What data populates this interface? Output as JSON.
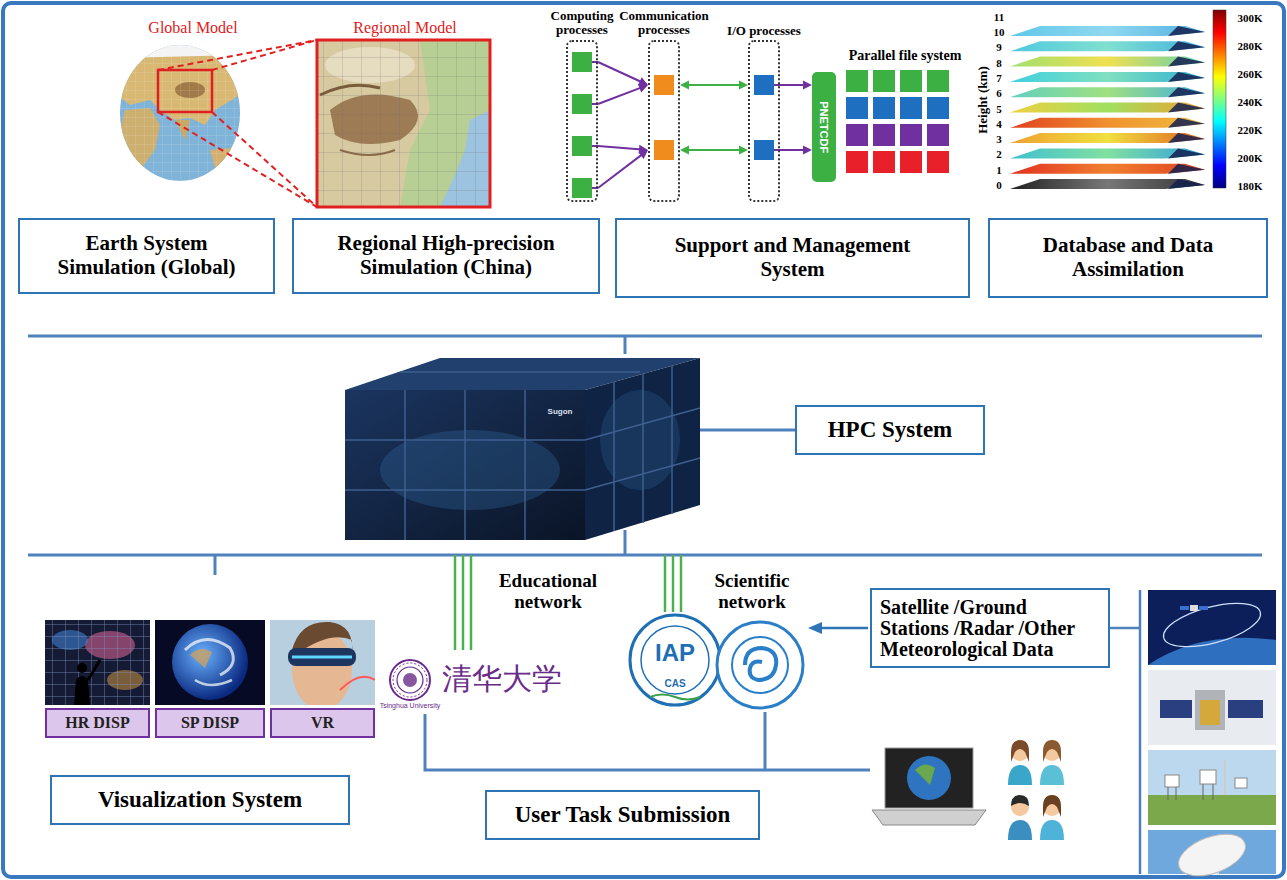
{
  "diagram": {
    "nodes": [
      {
        "text": [
          "Computing processes"
        ]
      },
      {
        "text": [
          "Communication processes"
        ]
      },
      {
        "text": [
          "I/O processes"
        ]
      },
      {
        "text": [
          "PNETCDF"
        ]
      },
      {
        "text": [
          "Earth System Simulation (Global)"
        ]
      },
      {
        "text": [
          "Regional High-precision Simulation (China)"
        ]
      },
      {
        "text": [
          "Support and Management System"
        ]
      },
      {
        "text": [
          "Database and Data Assimilation"
        ]
      },
      {
        "text": [
          "HPC System"
        ]
      },
      {
        "text": [
          "Satellite /Ground Stations /Radar /Other Meteorological Data"
        ]
      },
      {
        "text": [
          "HR DISP"
        ]
      },
      {
        "text": [
          "SP DISP"
        ]
      },
      {
        "text": [
          "VR"
        ]
      },
      {
        "text": [
          "Visualization System"
        ]
      },
      {
        "text": [
          "User Task Submission"
        ]
      }
    ],
    "edges": [
      {
        "from": 0,
        "to": 1,
        "arrow": "to"
      },
      {
        "from": 1,
        "to": 2,
        "arrow": "both"
      },
      {
        "from": 2,
        "to": 3,
        "arrow": "to"
      }
    ],
    "labels": [
      "Global Model",
      "Regional Model",
      "Parallel file system",
      "Height (km)",
      "11",
      "10",
      "9",
      "8",
      "7",
      "6",
      "5",
      "4",
      "3",
      "2",
      "1",
      "0",
      "300K",
      "280K",
      "260K",
      "240K",
      "220K",
      "200K",
      "180K",
      "Sugon",
      "Educational network",
      "Scientific network",
      "清华大学",
      "Tsinghua University",
      "IAP",
      "CAS"
    ]
  }
}
